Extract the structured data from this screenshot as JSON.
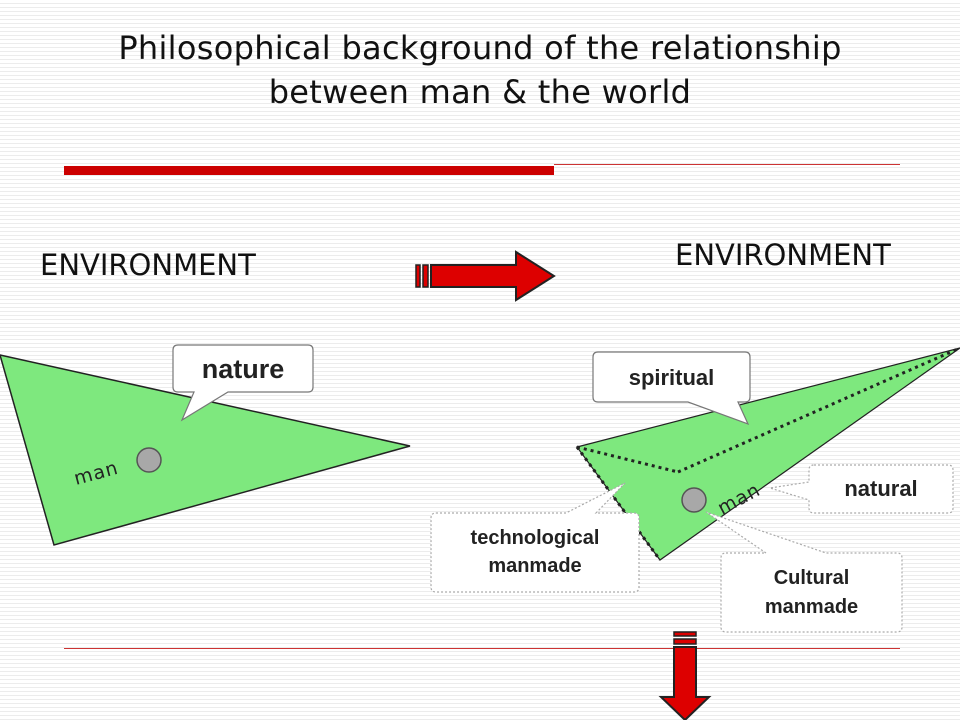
{
  "title": {
    "line1": "Philosophical background of the relationship",
    "line2": "between man & the world"
  },
  "left": {
    "environment": "ENVIRONMENT",
    "callout": "nature",
    "man": "man"
  },
  "right": {
    "environment": "ENVIRONMENT",
    "callouts": {
      "spiritual": "spiritual",
      "natural": "natural",
      "technological_line1": "technological",
      "technological_line2": "manmade",
      "cultural_line1": "Cultural",
      "cultural_line2": "manmade"
    },
    "man": "man"
  },
  "colors": {
    "triangle_fill": "#7ee87e",
    "arrow": "#dd0000",
    "rule": "#cc0000",
    "man_dot": "#a8a8a8"
  }
}
